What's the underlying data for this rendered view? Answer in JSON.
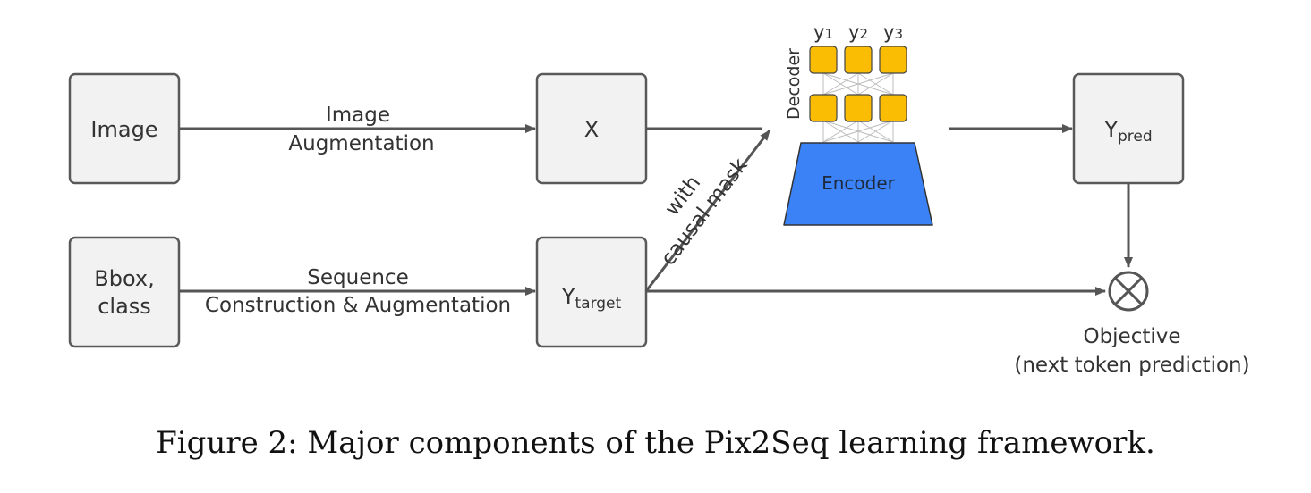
{
  "nodes": {
    "image": "Image",
    "bbox_line1": "Bbox,",
    "bbox_line2": "class",
    "x": "X",
    "y_target_main": "Y",
    "y_target_sub": "target",
    "y_pred_main": "Y",
    "y_pred_sub": "pred",
    "encoder": "Encoder",
    "decoder": "Decoder",
    "outputs": [
      {
        "main": "y",
        "sub": "1"
      },
      {
        "main": "y",
        "sub": "2"
      },
      {
        "main": "y",
        "sub": "3"
      }
    ]
  },
  "edges": {
    "image_aug_line1": "Image",
    "image_aug_line2": "Augmentation",
    "seq_line1": "Sequence",
    "seq_line2": "Construction & Augmentation",
    "mask_line1": "with",
    "mask_line2": "causal mask"
  },
  "objective": {
    "line1": "Objective",
    "line2": "(next token prediction)"
  },
  "caption": "Figure 2: Major components of the Pix2Seq learning framework.",
  "colors": {
    "box_fill": "#f2f2f2",
    "box_stroke": "#595959",
    "encoder_fill": "#3b82f6",
    "token_fill": "#fbbc04",
    "arrow": "#555555"
  }
}
